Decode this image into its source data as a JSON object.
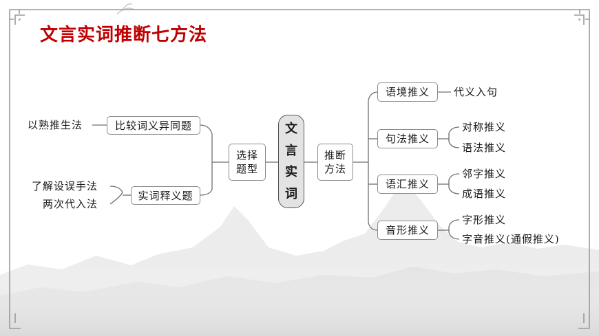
{
  "title": "文言实词推断七方法",
  "center": "文言实词",
  "left": {
    "question_type": "选择题型",
    "branches": [
      {
        "label": "比较词义异同题",
        "methods": [
          "以熟推生法"
        ]
      },
      {
        "label": "实词释义题",
        "methods": [
          "了解设误手法",
          "两次代入法"
        ]
      }
    ]
  },
  "right": {
    "approach": "推断方法",
    "branches": [
      {
        "label": "语境推义",
        "methods": [
          "代义入句"
        ]
      },
      {
        "label": "句法推义",
        "methods": [
          "对称推义",
          "语法推义"
        ]
      },
      {
        "label": "语汇推义",
        "methods": [
          "邻字推义",
          "成语推义"
        ]
      },
      {
        "label": "音形推义",
        "methods": [
          "字形推义",
          "字音推义(通假推义)"
        ]
      }
    ]
  }
}
